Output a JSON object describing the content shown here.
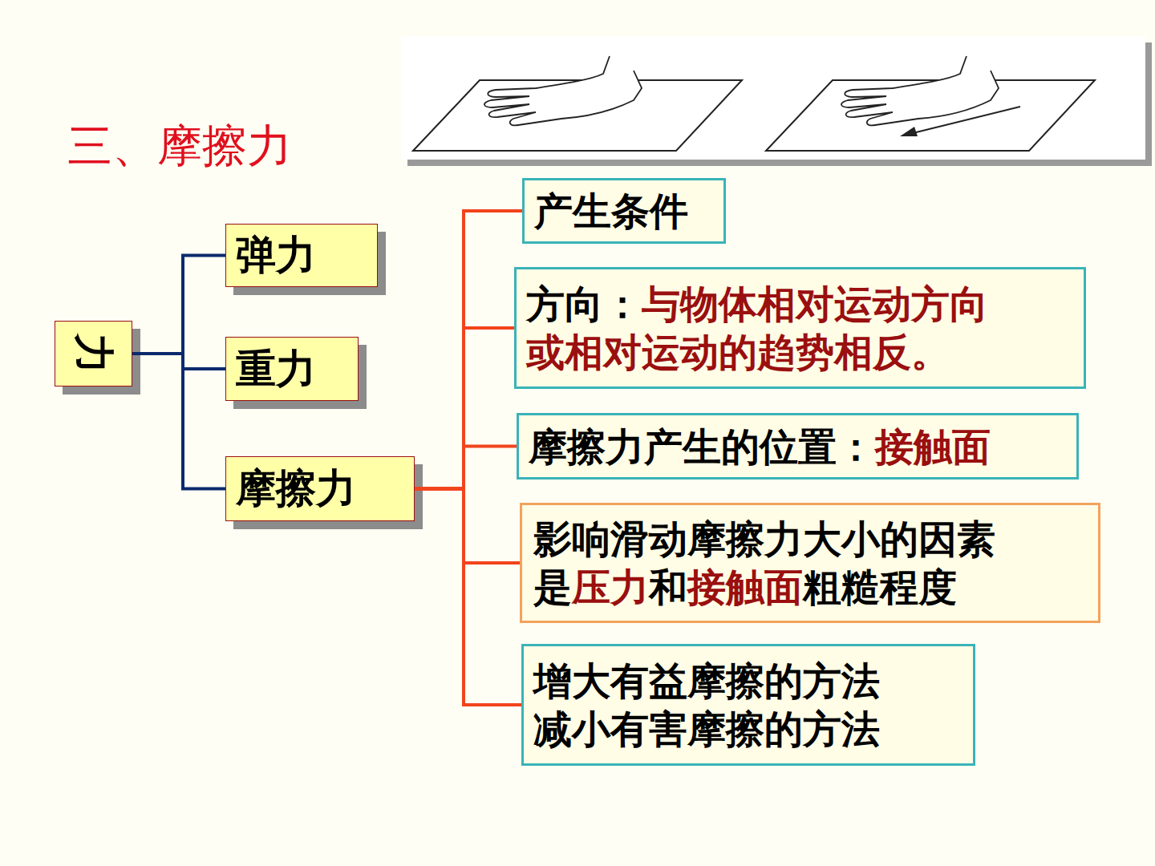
{
  "diagram": {
    "title": "三、摩擦力",
    "nodes": [
      {
        "text": [
          "力"
        ]
      },
      {
        "text": [
          "弹力"
        ]
      },
      {
        "text": [
          "重力"
        ]
      },
      {
        "text": [
          "摩擦力"
        ]
      },
      {
        "text": [
          "产生条件"
        ]
      },
      {
        "text": [
          "方向：",
          "与物体相对运动方向或相对运动的趋势相反。"
        ]
      },
      {
        "text": [
          "摩擦力产生的位置：",
          "接触面"
        ]
      },
      {
        "text": [
          "影响滑动摩擦力大小的因素是",
          "压力",
          "和",
          "接触面",
          "粗糙程度"
        ]
      },
      {
        "text": [
          "增大有益摩擦的方法",
          "减小有害摩擦的方法"
        ]
      }
    ],
    "edges": [
      {
        "from": 0,
        "to": 1,
        "arrow": "none"
      },
      {
        "from": 0,
        "to": 2,
        "arrow": "none"
      },
      {
        "from": 0,
        "to": 3,
        "arrow": "none"
      },
      {
        "from": 3,
        "to": 4,
        "arrow": "none"
      },
      {
        "from": 3,
        "to": 5,
        "arrow": "none"
      },
      {
        "from": 3,
        "to": 6,
        "arrow": "none"
      },
      {
        "from": 3,
        "to": 7,
        "arrow": "none"
      },
      {
        "from": 3,
        "to": 8,
        "arrow": "none"
      }
    ]
  }
}
